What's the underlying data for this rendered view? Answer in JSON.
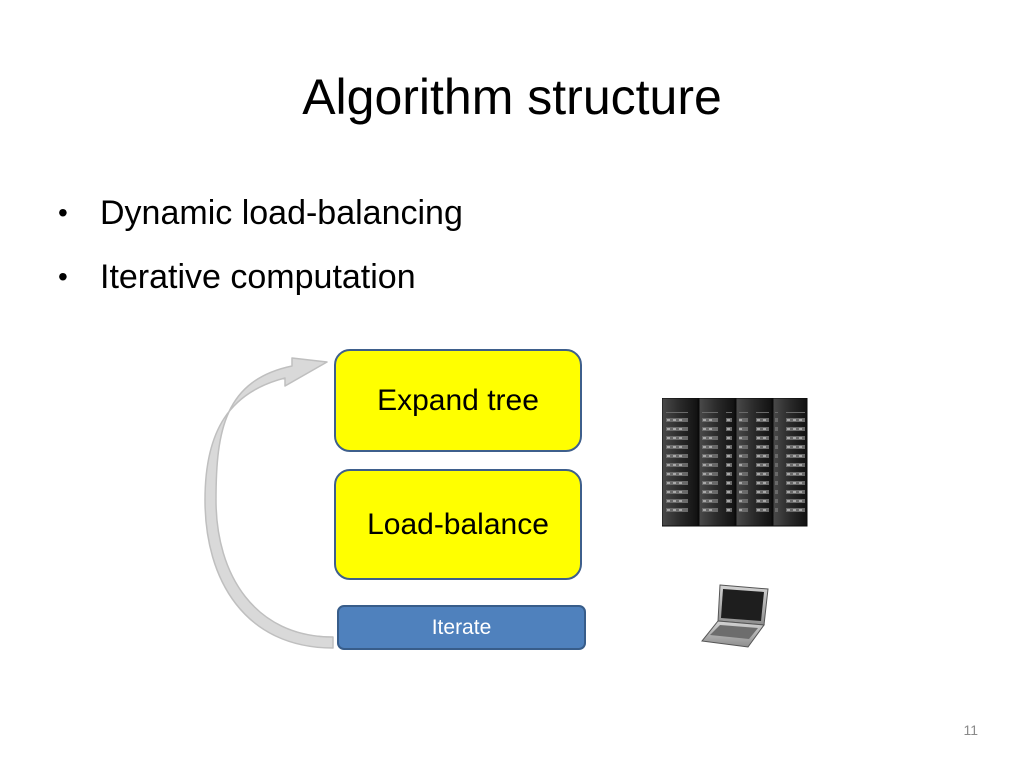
{
  "slide": {
    "title": "Algorithm structure",
    "bullets": [
      "Dynamic load-balancing",
      "Iterative computation"
    ],
    "bullet_symbol": "•",
    "diagram": {
      "expand_label": "Expand tree",
      "balance_label": "Load-balance",
      "iterate_label": "Iterate",
      "colors": {
        "step_fill": "#ffff00",
        "step_border": "#3e5f8c",
        "iterate_fill": "#4f81bd",
        "arrow": "#d9d9d9"
      },
      "icons": [
        "server-rack-icon",
        "laptop-icon"
      ]
    },
    "page_number": "11"
  }
}
